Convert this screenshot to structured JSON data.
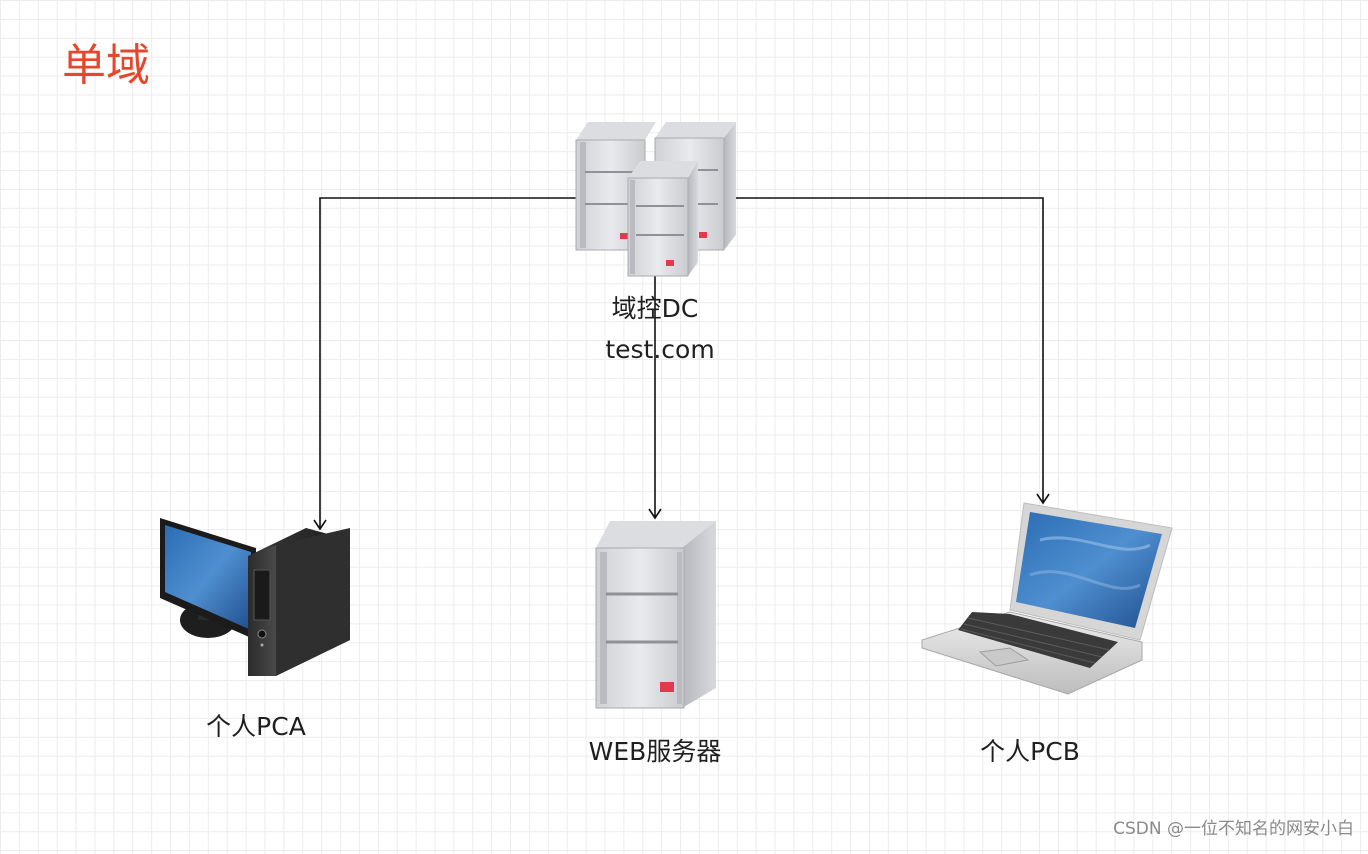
{
  "diagram": {
    "title": "单域",
    "nodes": [
      {
        "id": "dc",
        "label": "域控DC",
        "sublabel": "test.com",
        "icon": "server-cluster-icon"
      },
      {
        "id": "pca",
        "label": "个人PCA",
        "icon": "desktop-computer-icon"
      },
      {
        "id": "web",
        "label": "WEB服务器",
        "icon": "server-tower-icon"
      },
      {
        "id": "pcb",
        "label": "个人PCB",
        "icon": "laptop-icon"
      }
    ],
    "edges": [
      {
        "from": "dc",
        "to": "pca"
      },
      {
        "from": "dc",
        "to": "web"
      },
      {
        "from": "dc",
        "to": "pcb"
      }
    ]
  },
  "watermark": "CSDN @一位不知名的网安小白",
  "colors": {
    "title": "#e4472c",
    "edge": "#111111",
    "monitor_screen": "#23558f",
    "server_led": "#e03a4f"
  }
}
